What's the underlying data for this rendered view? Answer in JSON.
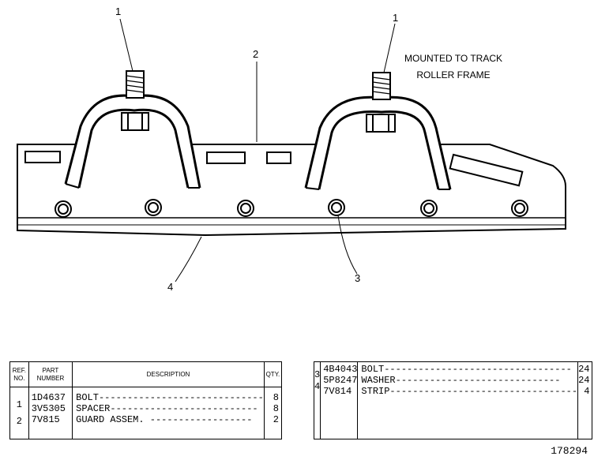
{
  "callouts": [
    "1",
    "1",
    "2",
    "3",
    "4"
  ],
  "note": {
    "line1": "MOUNTED TO TRACK",
    "line2": "ROLLER FRAME"
  },
  "table_left": {
    "headers": {
      "ref1": "REF.",
      "ref2": "NO.",
      "part1": "PART",
      "part2": "NUMBER",
      "desc": "DESCRIPTION",
      "qty": "QTY."
    },
    "rows": [
      {
        "ref": "1",
        "part": "1D4637",
        "desc": "BOLT-----------------------------",
        "qty": "8"
      },
      {
        "ref": "",
        "part": "3V5305",
        "desc": "SPACER--------------------------",
        "qty": "8"
      },
      {
        "ref": "2",
        "part": "7V815",
        "desc": "GUARD ASSEM. ------------------",
        "qty": "2"
      }
    ]
  },
  "table_right": {
    "rows": [
      {
        "ref": "3",
        "part": "4B4043",
        "desc": "BOLT---------------------------------",
        "qty": "24"
      },
      {
        "ref": "",
        "part": "5P8247",
        "desc": "WASHER-----------------------------",
        "qty": "24"
      },
      {
        "ref": "4",
        "part": "7V814",
        "desc": "STRIP---------------------------------",
        "qty": "4"
      }
    ]
  },
  "serial": "178294"
}
